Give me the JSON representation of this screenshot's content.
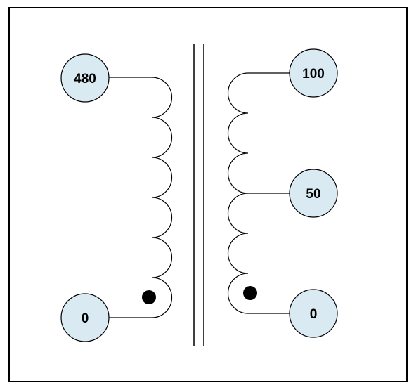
{
  "colors": {
    "terminal_fill": "#daeaf2",
    "line": "#000000",
    "border": "#000000",
    "background": "#ffffff"
  },
  "primary": {
    "top_terminal": "480",
    "bottom_terminal": "0",
    "polarity_dot": true
  },
  "secondary": {
    "top_terminal": "100",
    "tap_terminal": "50",
    "bottom_terminal": "0",
    "polarity_dot": true
  },
  "core": {
    "lines": 2
  }
}
